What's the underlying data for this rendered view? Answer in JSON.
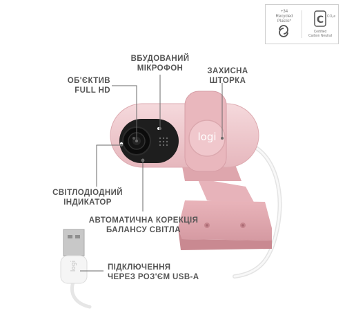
{
  "callouts": {
    "microphone": {
      "line1": "ВБУДОВАНИЙ",
      "line2": "МІКРОФОН"
    },
    "lens": {
      "line1": "ОБ'ЄКТИВ",
      "line2": "FULL HD"
    },
    "shutter": {
      "line1": "ЗАХИСНА",
      "line2": "ШТОРКА"
    },
    "led": {
      "line1": "СВІТЛОДІОДНИЙ",
      "line2": "ІНДИКАТОР"
    },
    "white_balance": {
      "line1": "АВТОМАТИЧНА КОРЕКЦІЯ",
      "line2": "БАЛАНСУ СВІТЛА"
    },
    "usb": {
      "line1": "ПІДКЛЮЧЕННЯ",
      "line2": "ЧЕРЕЗ РОЗ'ЄМ USB-A"
    }
  },
  "badges": {
    "recycled": {
      "line1": "+34",
      "line2": "Recycled",
      "line3": "Plastic*"
    },
    "carbon": {
      "line1": "CO₂e",
      "line2": "Certified",
      "line3": "Carbon Neutral"
    }
  },
  "brand": {
    "logo_text": "logi"
  },
  "colors": {
    "body_pink": "#ecc4c9",
    "body_pink_dark": "#dca3ab",
    "body_pink_light": "#f4d6d9",
    "lens_dark": "#1c1c1c",
    "label_gray": "#555555",
    "leader_line": "#6a6a6a"
  }
}
